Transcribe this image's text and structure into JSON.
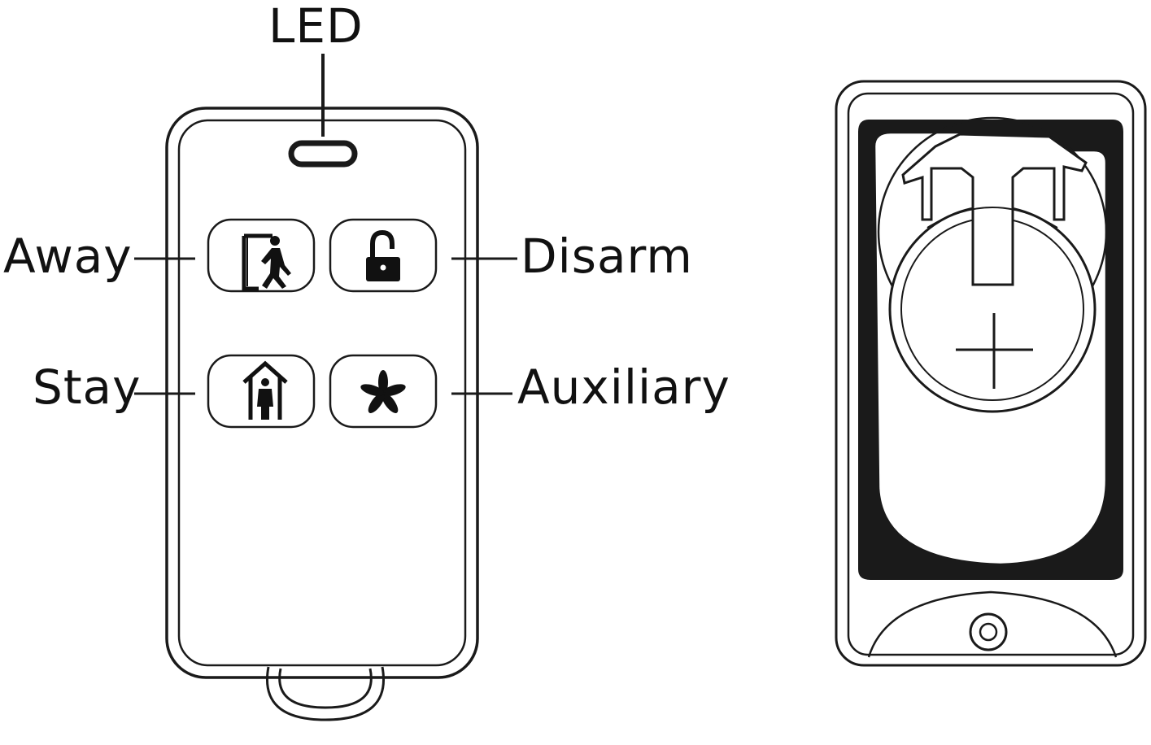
{
  "labels": {
    "led": "LED",
    "away": "Away",
    "disarm": "Disarm",
    "stay": "Stay",
    "auxiliary": "Auxiliary"
  },
  "buttons": [
    {
      "id": "away",
      "icon": "walking-person-exit-icon"
    },
    {
      "id": "disarm",
      "icon": "unlocked-padlock-icon"
    },
    {
      "id": "stay",
      "icon": "person-in-house-icon"
    },
    {
      "id": "auxiliary",
      "icon": "asterisk-icon"
    }
  ],
  "back_view": {
    "battery_symbol": "+"
  },
  "colors": {
    "line": "#1a1a1a",
    "background": "#ffffff"
  }
}
